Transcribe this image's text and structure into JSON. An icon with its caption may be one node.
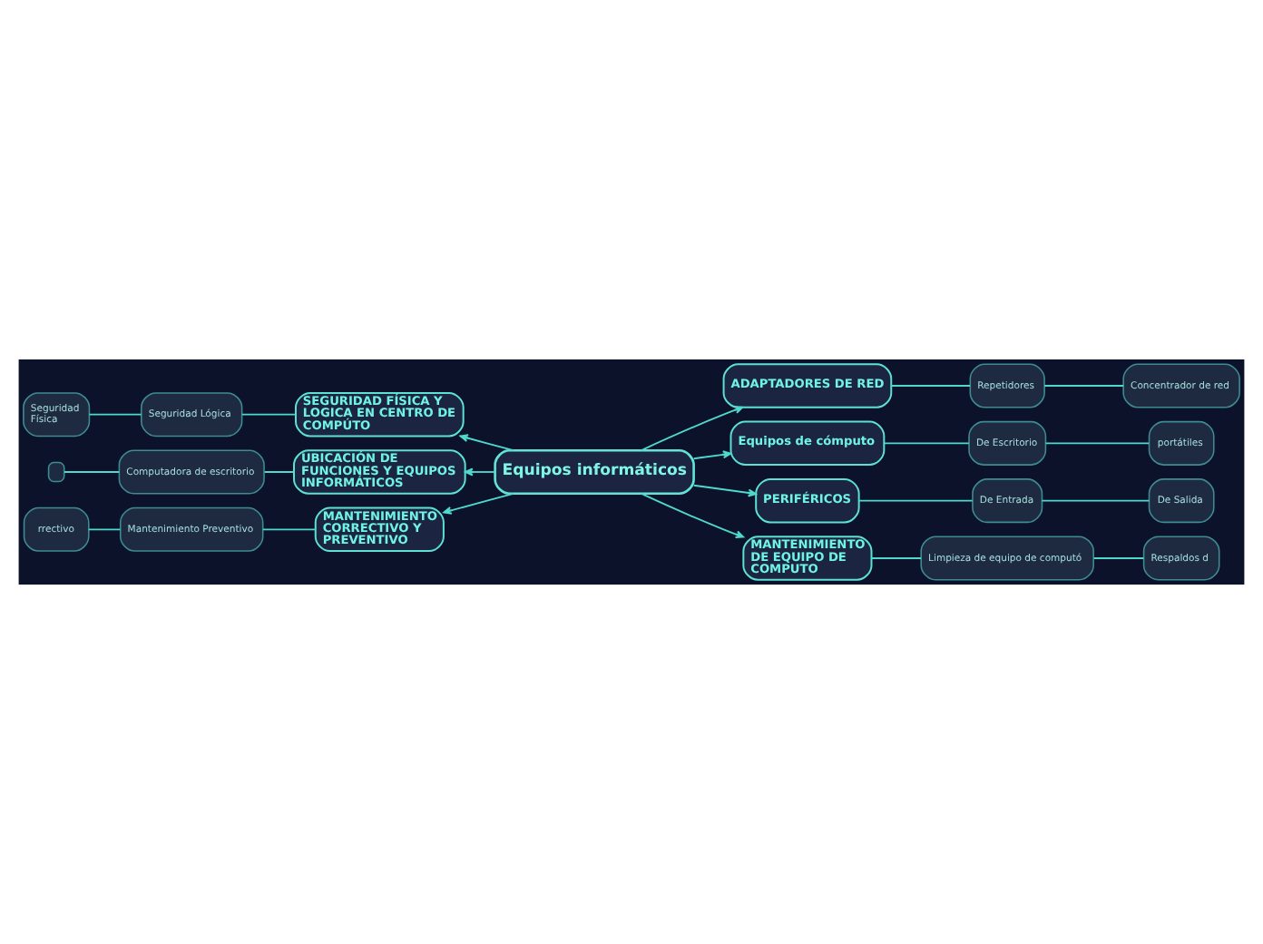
{
  "diagram": {
    "nodes": [
      {
        "text": [
          "Seguridad Física"
        ]
      },
      {
        "text": [
          "Seguridad Lógica"
        ]
      },
      {
        "text": [
          "SEGURIDAD FÍSICA Y LOGICA EN CENTRO DE COMPÚTO"
        ]
      },
      {
        "text": [
          "ADAPTADORES DE RED"
        ]
      },
      {
        "text": [
          "Repetidores"
        ]
      },
      {
        "text": [
          "Concentrador de red"
        ]
      },
      {
        "text": [
          "Equipos de cómputo"
        ]
      },
      {
        "text": [
          "De Escritorio"
        ]
      },
      {
        "text": [
          "portátiles"
        ]
      },
      {
        "text": [],
        "shape": "box"
      },
      {
        "text": [
          "Computadora de escritorio"
        ]
      },
      {
        "text": [
          "UBICACIÓN DE FUNCIONES Y EQUIPOS INFORMÁTICOS"
        ]
      },
      {
        "text": [
          "Equipos informáticos"
        ]
      },
      {
        "text": [
          "PERIFÉRICOS"
        ]
      },
      {
        "text": [
          "De Entrada"
        ]
      },
      {
        "text": [
          "De Salida"
        ]
      },
      {
        "text": [
          "rrectivo"
        ]
      },
      {
        "text": [
          "Mantenimiento Preventivo"
        ]
      },
      {
        "text": [
          "MANTENIMIENTO CORRECTIVO Y PREVENTIVO"
        ]
      },
      {
        "text": [
          "MANTENIMIENTO DE EQUIPO DE COMPUTO"
        ]
      },
      {
        "text": [
          "Limpieza de equipo de computó"
        ]
      },
      {
        "text": [
          "Respaldos d"
        ]
      }
    ],
    "edges": [
      {
        "from": 12,
        "to": 2,
        "arrow": "to"
      },
      {
        "from": 12,
        "to": 11,
        "arrow": "to"
      },
      {
        "from": 12,
        "to": 18,
        "arrow": "to"
      },
      {
        "from": 12,
        "to": 3,
        "arrow": "to"
      },
      {
        "from": 12,
        "to": 6,
        "arrow": "to"
      },
      {
        "from": 12,
        "to": 13,
        "arrow": "to"
      },
      {
        "from": 12,
        "to": 19,
        "arrow": "to"
      },
      {
        "from": 0,
        "to": 1,
        "arrow": "none"
      },
      {
        "from": 1,
        "to": 2,
        "arrow": "none"
      },
      {
        "from": 9,
        "to": 10,
        "arrow": "none"
      },
      {
        "from": 10,
        "to": 11,
        "arrow": "none"
      },
      {
        "from": 16,
        "to": 17,
        "arrow": "none"
      },
      {
        "from": 17,
        "to": 18,
        "arrow": "none"
      },
      {
        "from": 3,
        "to": 4,
        "arrow": "none"
      },
      {
        "from": 4,
        "to": 5,
        "arrow": "none"
      },
      {
        "from": 6,
        "to": 7,
        "arrow": "none"
      },
      {
        "from": 7,
        "to": 8,
        "arrow": "none"
      },
      {
        "from": 13,
        "to": 14,
        "arrow": "none"
      },
      {
        "from": 14,
        "to": 15,
        "arrow": "none"
      },
      {
        "from": 19,
        "to": 20,
        "arrow": "none"
      },
      {
        "from": 20,
        "to": 21,
        "arrow": "none"
      }
    ]
  }
}
